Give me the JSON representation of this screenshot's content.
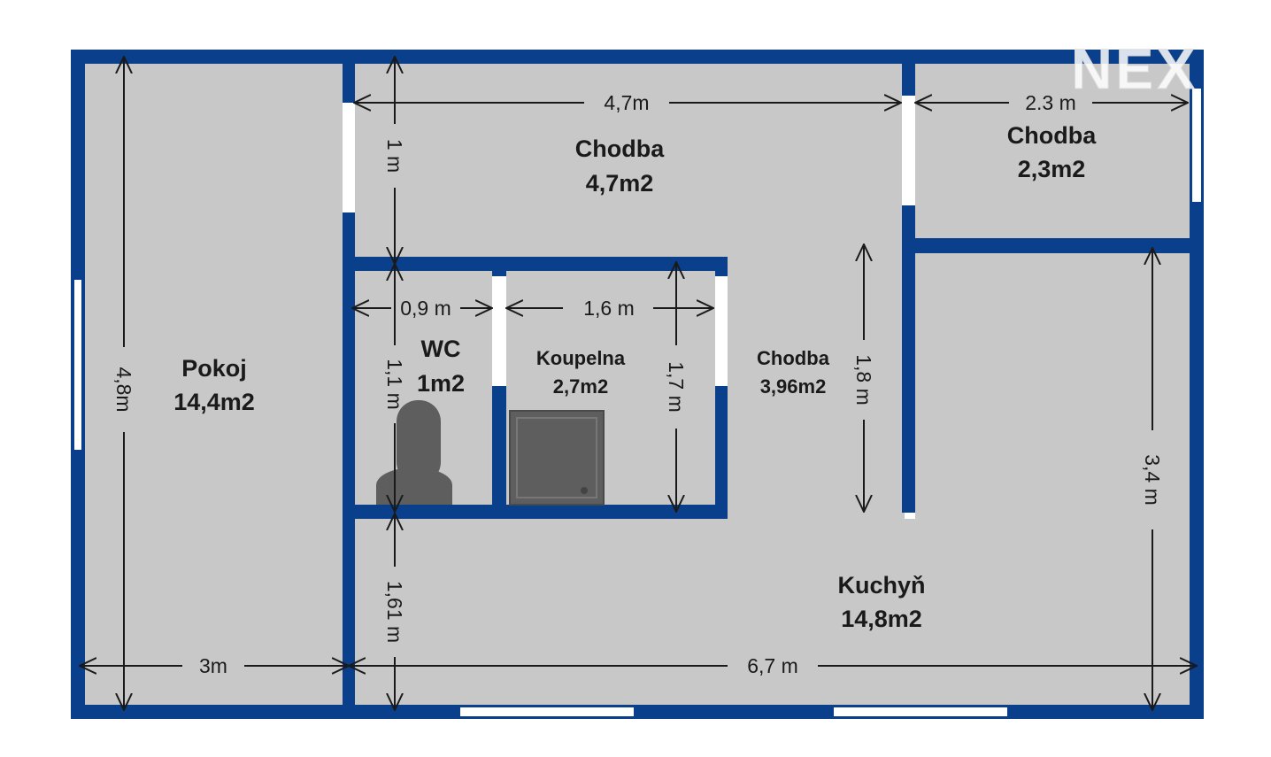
{
  "logo": {
    "text": "NEX"
  },
  "colors": {
    "wall": "#0a3f8c",
    "floor": "#c8c8c8",
    "window": "#ffffff",
    "arrow": "#1a1a1a",
    "fixture": "#5e5e5e"
  },
  "rooms": {
    "pokoj": {
      "name": "Pokoj",
      "area": "14,4m2"
    },
    "chodba1": {
      "name": "Chodba",
      "area": "4,7m2"
    },
    "chodba2": {
      "name": "Chodba",
      "area": "2,3m2"
    },
    "wc": {
      "name": "WC",
      "area": "1m2"
    },
    "koupelna": {
      "name": "Koupelna",
      "area": "2,7m2"
    },
    "chodba3": {
      "name": "Chodba",
      "area": "3,96m2"
    },
    "kuchyn": {
      "name": "Kuchyň",
      "area": "14,8m2"
    }
  },
  "dimensions": {
    "pokoj_height": "4,8m",
    "pokoj_width": "3m",
    "chodba1_width": "4,7m",
    "chodba1_height": "1 m",
    "chodba2_width": "2.3 m",
    "wc_width": "0,9 m",
    "wc_height": "1,1 m",
    "koupelna_width": "1,6 m",
    "koupelna_height": "1,7 m",
    "chodba3_height": "1,8 m",
    "kuchyn_height": "3,4 m",
    "kuchyn_left_height": "1,61 m",
    "kuchyn_width": "6,7 m"
  }
}
